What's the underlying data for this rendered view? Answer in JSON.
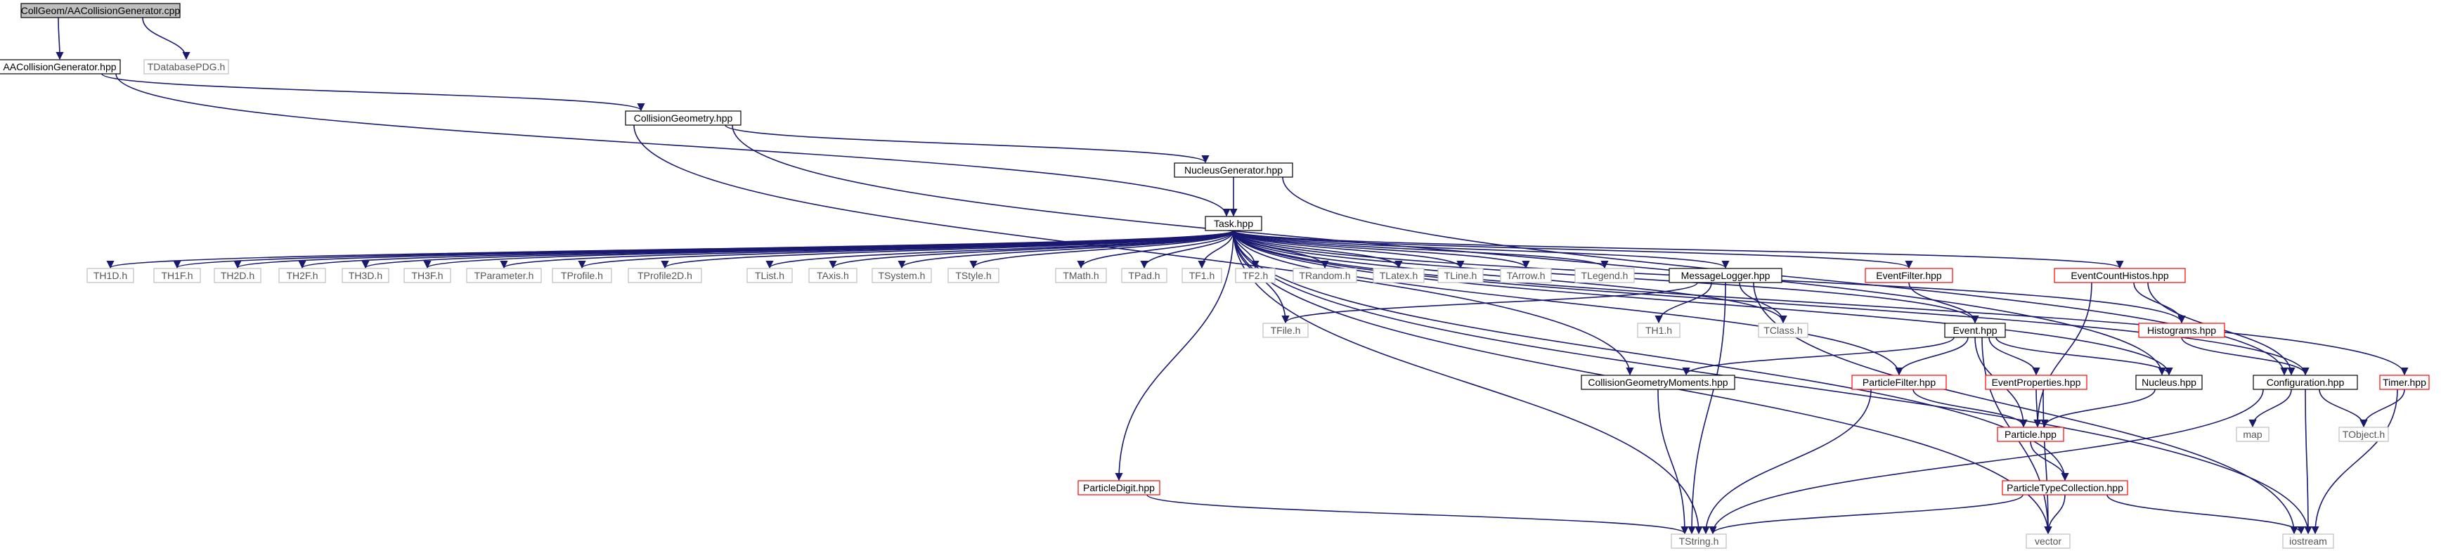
{
  "diagram": {
    "colors": {
      "edge": "#191970",
      "gray_border": "#bfbfbf",
      "red_border": "#ff0000",
      "black_border": "#000000",
      "root_fill": "#bfbfbf",
      "node_fill": "#ffffff"
    },
    "nodes": {
      "root": "CollGeom/AACollisionGenerator.cpp",
      "aa_hpp": "AACollisionGenerator.hpp",
      "tdbpdg": "TDatabasePDG.h",
      "collgeom": "CollisionGeometry.hpp",
      "nucgen": "NucleusGenerator.hpp",
      "task": "Task.hpp",
      "th1d": "TH1D.h",
      "th1f": "TH1F.h",
      "th2d": "TH2D.h",
      "th2f": "TH2F.h",
      "th3d": "TH3D.h",
      "th3f": "TH3F.h",
      "tparam": "TParameter.h",
      "tprofile": "TProfile.h",
      "tprofile2d": "TProfile2D.h",
      "tlist": "TList.h",
      "taxis": "TAxis.h",
      "tsystem": "TSystem.h",
      "tstyle": "TStyle.h",
      "tmath": "TMath.h",
      "tpad": "TPad.h",
      "tf1": "TF1.h",
      "tf2": "TF2.h",
      "trandom": "TRandom.h",
      "tlatex": "TLatex.h",
      "tline": "TLine.h",
      "tarrow": "TArrow.h",
      "tlegend": "TLegend.h",
      "msglog": "MessageLogger.hpp",
      "evfilter": "EventFilter.hpp",
      "evcount": "EventCountHistos.hpp",
      "tfile": "TFile.h",
      "th1": "TH1.h",
      "tclass": "TClass.h",
      "event": "Event.hpp",
      "histos": "Histograms.hpp",
      "timer": "Timer.hpp",
      "cgmom": "CollisionGeometryMoments.hpp",
      "pfilter": "ParticleFilter.hpp",
      "evprops": "EventProperties.hpp",
      "nucleus": "Nucleus.hpp",
      "config": "Configuration.hpp",
      "particle": "Particle.hpp",
      "map": "map",
      "tobject": "TObject.h",
      "pdigit": "ParticleDigit.hpp",
      "ptc": "ParticleTypeCollection.hpp",
      "tstring": "TString.h",
      "vector": "vector",
      "iostream": "iostream"
    }
  }
}
